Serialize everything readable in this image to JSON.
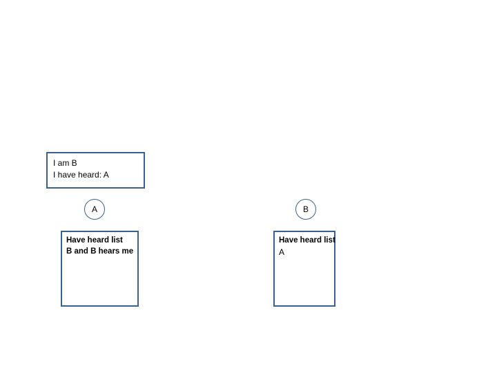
{
  "diagram": {
    "message_box": {
      "name": "message-box-b",
      "lines": [
        "I am B",
        "I have heard: A"
      ]
    },
    "nodes": [
      {
        "id": "node-a",
        "label": "A"
      },
      {
        "id": "node-b",
        "label": "B"
      }
    ],
    "heard_lists": [
      {
        "id": "heard-list-a",
        "owner": "A",
        "title": "Have heard list",
        "items": [
          "B and B hears me"
        ]
      },
      {
        "id": "heard-list-b",
        "owner": "B",
        "title": "Have heard list",
        "items": [
          "A"
        ]
      }
    ],
    "colors": {
      "outline": "#38618F",
      "background": "#FFFFFF",
      "text": "#000000"
    }
  }
}
